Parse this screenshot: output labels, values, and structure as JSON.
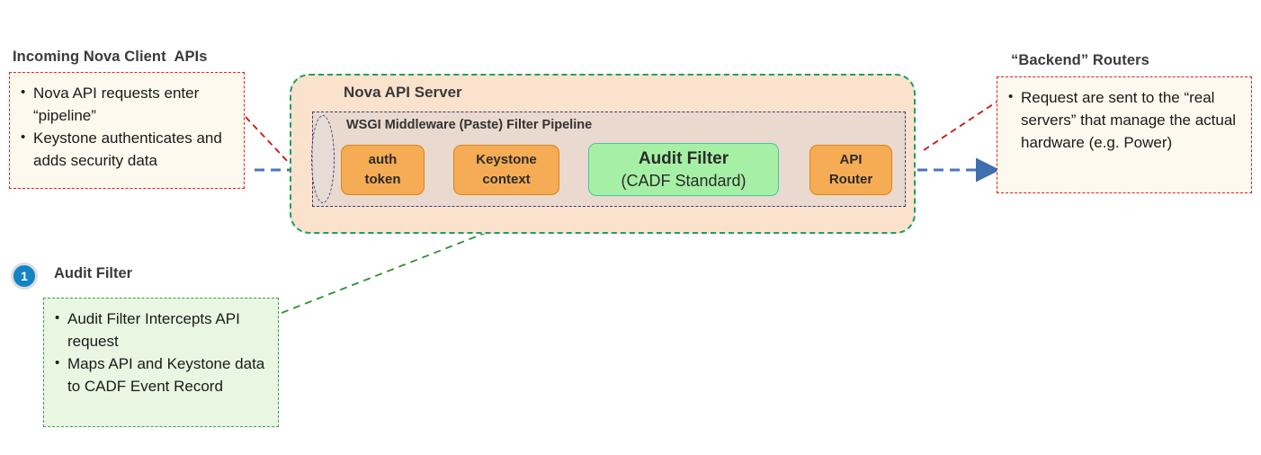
{
  "left_callout": {
    "heading": "Incoming Nova Client  APIs",
    "bullets": [
      "Nova API requests enter “pipeline”",
      "Keystone authenticates and adds security data"
    ],
    "border_color": "#e02020",
    "fill_color": "#fdf9ee"
  },
  "right_callout": {
    "heading": "“Backend” Routers",
    "bullets": [
      "Request are sent to the “real servers” that manage the actual hardware (e.g. Power)"
    ],
    "border_color": "#e02020",
    "fill_color": "#fdf9ee"
  },
  "server": {
    "title": "Nova API Server",
    "border_color": "#16a06a",
    "fill_color": "#fbe2cd",
    "pipeline": {
      "title": "WSGI Middleware (Paste) Filter Pipeline",
      "border_color": "#3b3b78",
      "nodes": [
        {
          "id": "auth-token",
          "line1": "auth",
          "line2": "token",
          "style": "orange"
        },
        {
          "id": "keystone-context",
          "line1": "Keystone",
          "line2": "context",
          "style": "orange"
        },
        {
          "id": "audit-filter",
          "line1": "Audit Filter",
          "line2": "(CADF Standard)",
          "style": "green"
        },
        {
          "id": "api-router",
          "line1": "API",
          "line2": "Router",
          "style": "orange"
        }
      ]
    }
  },
  "audit_callout": {
    "badge": "1",
    "heading": "Audit Filter",
    "bullets": [
      "Audit Filter Intercepts API request",
      "Maps API and Keystone data to CADF Event Record"
    ],
    "border_color": "#3f9a3f",
    "fill_color": "#e8f6e2",
    "badge_color": "#1383c4"
  },
  "connectors": {
    "flow_arrow_color": "#4a76b8",
    "leader_red_color": "#cc1111",
    "leader_green_color": "#2f8f2f"
  }
}
